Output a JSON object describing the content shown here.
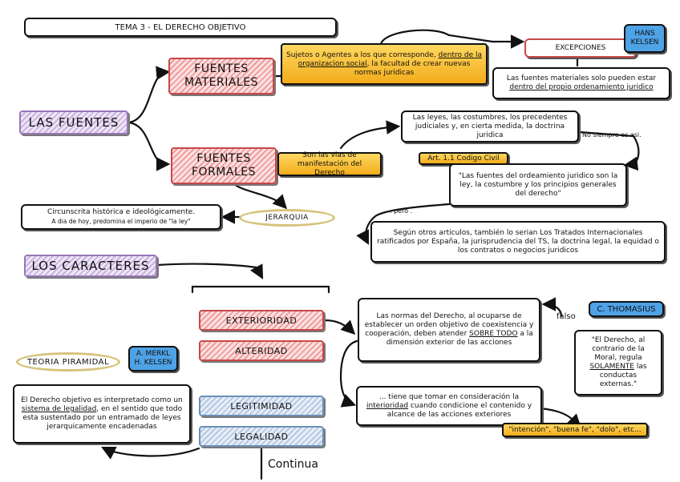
{
  "title": "TEMA 3 - EL DERECHO OBJETIVO",
  "las_fuentes": "LAS FUENTES",
  "fuentes_materiales": {
    "line1": "FUENTES",
    "line2": "MATERIALES"
  },
  "fuentes_formales": {
    "line1": "FUENTES",
    "line2": "FORMALES"
  },
  "sujetos": {
    "t1": "Sujetos o Agentes a los que corresponde, ",
    "u1": "dentro de la organizacion social",
    "t2": ", la facultad de crear nuevas normas juridicas"
  },
  "excepciones": "EXCEPCIONES",
  "hans_kelsen": {
    "line1": "HANS",
    "line2": "KELSEN"
  },
  "materiales_note": {
    "t1": "Las fuentes materiales solo pueden estar ",
    "u1": "dentro del propio ordenamiento juridico"
  },
  "leyes": "Las leyes, las costumbres, los precedentes judiciales y, en cierta medida, la doctrina juridica",
  "no_siempre": "No siempre es asi.",
  "vias": "Son las vias de manifestación del Derecho",
  "art_codigo": "Art. 1.1 Codigo Civil",
  "cita_codigo": "\"Las fuentes del ordeamiento juridico son la ley, la costumbre y los principios generales del derecho\"",
  "pero": ". pero .",
  "otros_articulos": "Según otros articulos, también lo serian Los Tratados Internacionales ratificados por España, la jurisprudencia del TS, la doctrina legal, la equidad o los contratos o negocios juridicos",
  "circunscrita": {
    "line1": "Circunscrita histórica e ideológicamente.",
    "line2": "A dia de hoy, predomina el imperio de \"la ley\""
  },
  "jerarquia": "JERARQUIA",
  "los_caracteres": "LOS CARACTERES",
  "exterioridad": "EXTERIORIDAD",
  "alteridad": "ALTERIDAD",
  "legitimidad": "LEGITIMIDAD",
  "legalidad": "LEGALIDAD",
  "normas": {
    "t1": "Las normas del Derecho, al ocuparse de establecer un orden objetivo de coexistencia y cooperación, deben atender ",
    "u1": "SOBRE TODO",
    "t2": " a la dimensión exterior de las acciones"
  },
  "falso": "falso",
  "thomasius": "C. THOMASIUS",
  "cita_thomasius": {
    "t1": "\"El Derecho, al contrario de la Moral, regula ",
    "u1": "SOLAMENTE",
    "t2": " las conductas externas.\""
  },
  "interioridad": {
    "t1": "... tiene que tomar en consideración la ",
    "u1": "interioridad",
    "t2": " cuando condicione el contenido y alcance de las acciones exteriores"
  },
  "intencion": "\"intención\", \"buena fe\", \"dolo\", etc...",
  "teoria_piramidal": "TEORIA PIRAMIDAL",
  "merkl_kelsen": {
    "line1": "A. MERKL",
    "line2": "H. KELSEN"
  },
  "derecho_objetivo": {
    "t1": "El Derecho objetivo es interpretado como un ",
    "u1": "sistema de legalidad",
    "t2": ", en el sentido que todo esta sustentado por un entramado de leyes jerarquicamente encadenadas"
  },
  "continua": "Continua",
  "colors": {
    "pink_border": "#c84848",
    "purple_border": "#9876b8",
    "blue_border": "#6d8fb8",
    "yellow": "#f2ac1a",
    "blue_callout": "#4ea2e6",
    "oval": "#d6c37b"
  }
}
